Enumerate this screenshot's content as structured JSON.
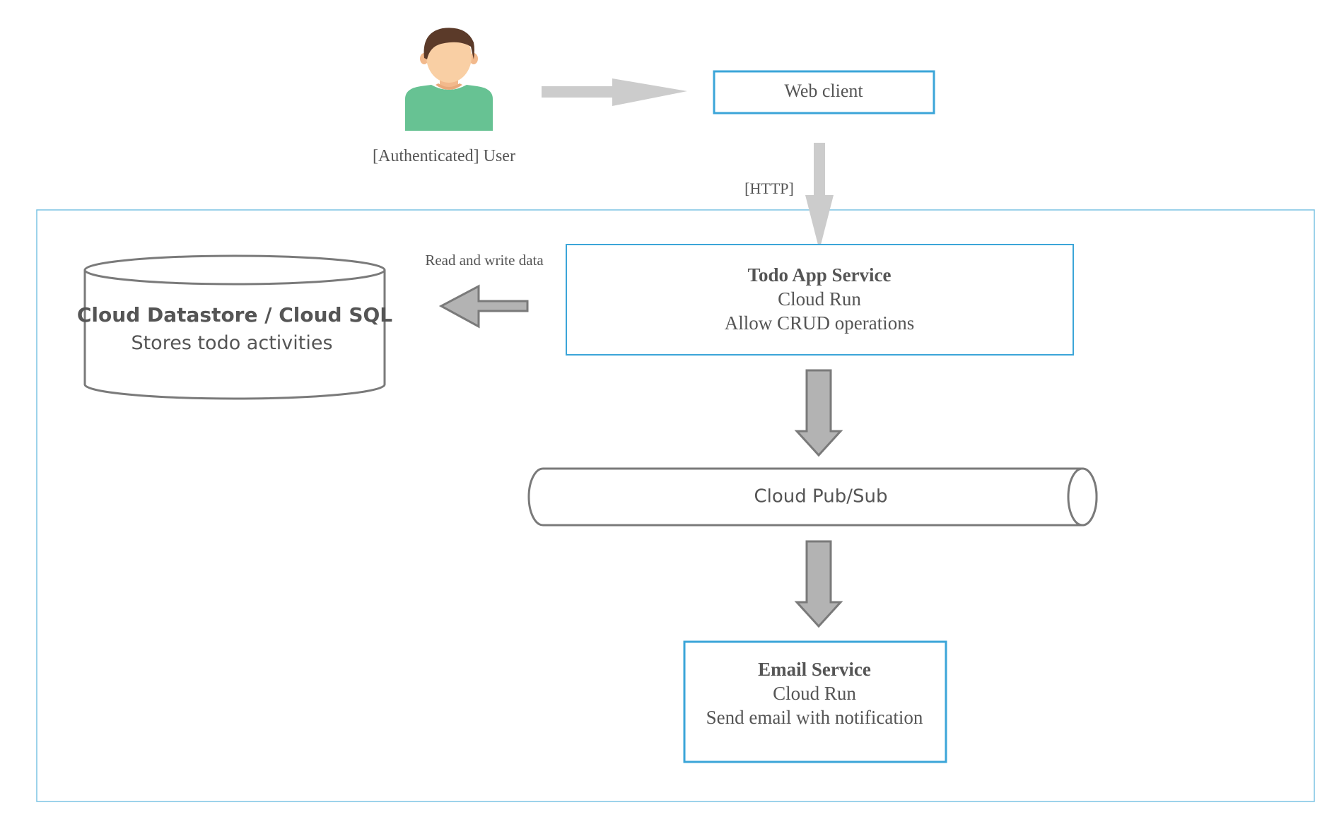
{
  "user": {
    "label": "[Authenticated] User",
    "icon": "user-avatar-icon"
  },
  "web_client": {
    "label": "Web client"
  },
  "http_label": "[HTTP]",
  "read_write_label": "Read and write data",
  "todo_service": {
    "title": "Todo App Service",
    "platform": "Cloud Run",
    "description": "Allow CRUD operations"
  },
  "datastore": {
    "title": "Cloud Datastore / Cloud SQL",
    "description": "Stores todo activities"
  },
  "pubsub": {
    "label": "Cloud Pub/Sub"
  },
  "email_service": {
    "title": "Email Service",
    "platform": "Cloud Run",
    "description": "Send email with notification"
  },
  "colors": {
    "box_border": "#3ba5d8",
    "boundary_border": "#7cc4e4",
    "arrow_light": "#cccccc",
    "arrow_dark": "#b3b3b3",
    "arrow_stroke": "#7a7a7a",
    "shape_stroke": "#7a7a7a",
    "text": "#555555",
    "user_shirt": "#67c293",
    "user_skin": "#f9cfa4",
    "user_hair": "#5b3a29"
  }
}
